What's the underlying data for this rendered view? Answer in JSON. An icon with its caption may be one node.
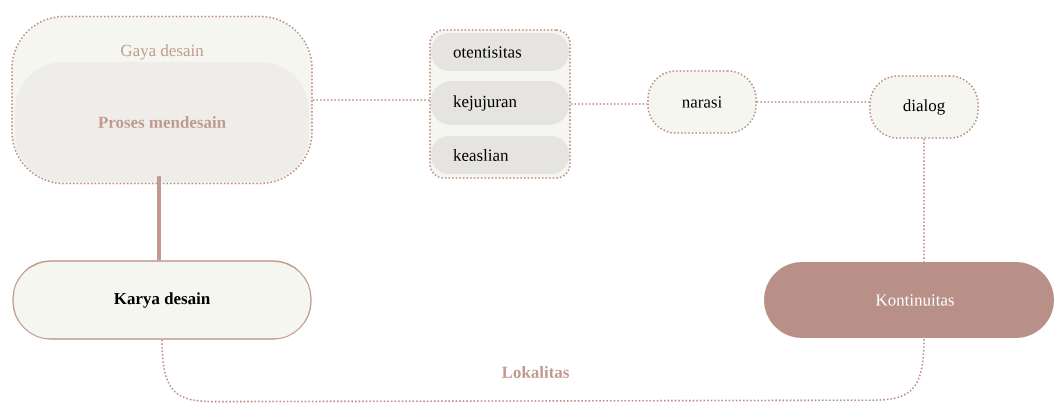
{
  "diagram": {
    "nodes": [
      {
        "text": [
          "Gaya desain"
        ]
      },
      {
        "text": [
          "Proses mendesain"
        ],
        "in": 0
      },
      {
        "text": [],
        "shape": "box"
      },
      {
        "text": [
          "otentisitas"
        ],
        "in": 2
      },
      {
        "text": [
          "kejujuran"
        ],
        "in": 2
      },
      {
        "text": [
          "keaslian"
        ],
        "in": 2
      },
      {
        "text": [
          "narasi"
        ]
      },
      {
        "text": [
          "dialog"
        ]
      },
      {
        "text": [
          "Karya desain"
        ]
      },
      {
        "text": [
          "Kontinuitas"
        ]
      }
    ],
    "edges": [
      {
        "from": 0,
        "to": 2,
        "arrow": "none",
        "style": "dashed"
      },
      {
        "from": 2,
        "to": 6,
        "arrow": "none",
        "style": "dashed"
      },
      {
        "from": 6,
        "to": 7,
        "arrow": "none",
        "style": "dashed"
      },
      {
        "from": 7,
        "to": 9,
        "arrow": "none",
        "style": "dashed"
      },
      {
        "from": 1,
        "to": 8,
        "arrow": "none",
        "style": "thick"
      },
      {
        "from": 8,
        "to": 9,
        "arrow": "none",
        "label": "Lokalitas",
        "style": "dashed"
      }
    ]
  }
}
